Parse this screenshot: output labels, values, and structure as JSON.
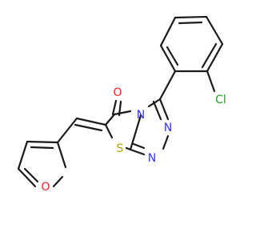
{
  "colors": {
    "bond": "#1a1a1a",
    "N": "#3333ff",
    "O": "#ff2020",
    "S": "#b2a400",
    "Cl": "#1fa01f"
  },
  "atoms": {
    "n_ring": "N",
    "n_upper": "N",
    "n_lower": "N",
    "o_carbonyl": "O",
    "o_furan": "O",
    "s_ring": "S",
    "cl": "Cl"
  }
}
